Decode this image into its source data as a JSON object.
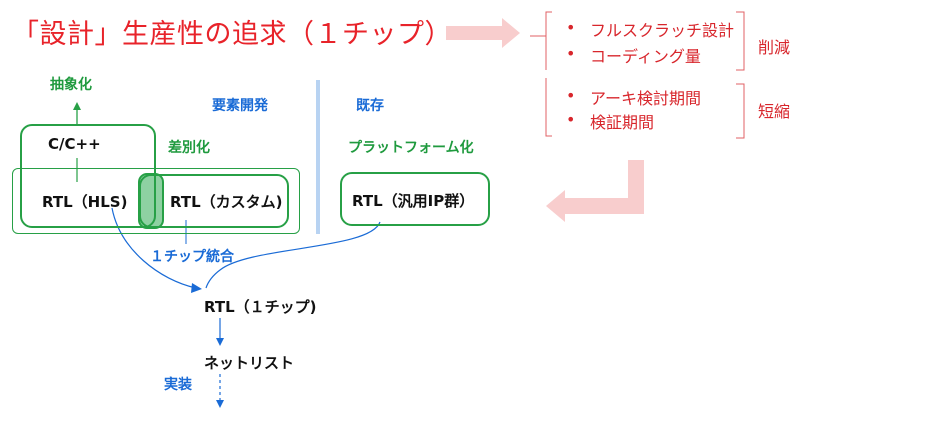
{
  "title": "「設計」生産性の追求（１チップ）",
  "goals": {
    "group1": {
      "items": [
        "フルスクラッチ設計",
        "コーディング量"
      ],
      "label": "削減"
    },
    "group2": {
      "items": [
        "アーキ検討期間",
        "検証期間"
      ],
      "label": "短縮"
    }
  },
  "diagram": {
    "abstraction_label": "抽象化",
    "differentiation_label": "差別化",
    "requirements_dev_label": "要素開発",
    "existing_label": "既存",
    "platform_label": "プラットフォーム化",
    "cpp_label": "C/C++",
    "rtl_hls_label": "RTL（HLS)",
    "rtl_custom_label": "RTL（カスタム)",
    "rtl_generic_label": "RTL（汎用IP群）",
    "chip_integration_label": "１チップ統合",
    "rtl_one_chip_label": "RTL（１チップ)",
    "netlist_label": "ネットリスト",
    "implementation_label": "実装"
  },
  "colors": {
    "title_red": "#e8232a",
    "green": "#27a046",
    "blue": "#1a6bd6",
    "pink_arrow": "#f8c8c8",
    "divider": "#b8d3f2"
  }
}
